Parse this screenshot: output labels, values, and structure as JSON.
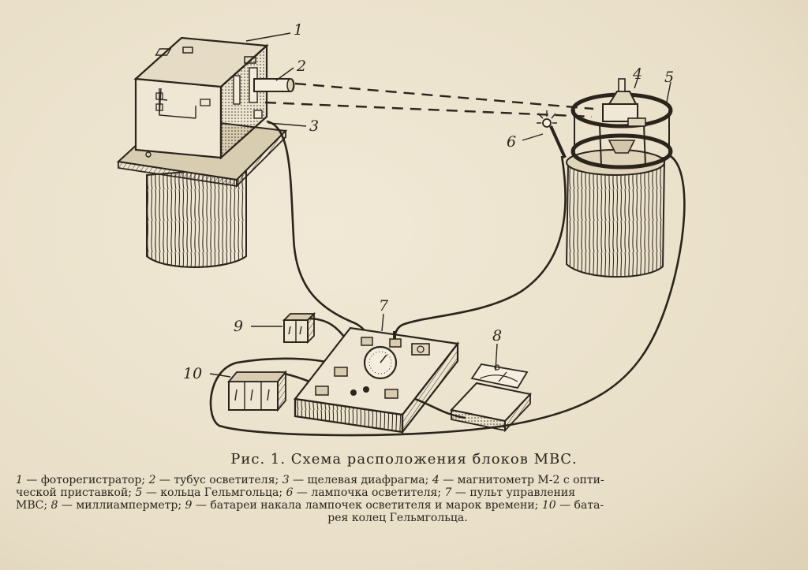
{
  "figure": {
    "callouts": [
      "1",
      "2",
      "3",
      "4",
      "5",
      "6",
      "7",
      "8",
      "9",
      "10"
    ]
  },
  "caption": {
    "title": "Рис. 1. Схема расположения блоков МВС.",
    "legend_lines": [
      [
        {
          "num": "1",
          "text": " — фоторегистратор; "
        },
        {
          "num": "2",
          "text": " — тубус осветителя; "
        },
        {
          "num": "3",
          "text": " — щелевая диафрагма; "
        },
        {
          "num": "4",
          "text": " — магнитометр М-2 с опти-"
        }
      ],
      [
        {
          "num": "",
          "text": "ческой приставкой; "
        },
        {
          "num": "5",
          "text": " — кольца Гельмгольца; "
        },
        {
          "num": "6",
          "text": " — лампочка осветителя; "
        },
        {
          "num": "7",
          "text": " — пульт управления"
        }
      ],
      [
        {
          "num": "",
          "text": "МВС; "
        },
        {
          "num": "8",
          "text": " — миллиамперметр; "
        },
        {
          "num": "9",
          "text": " — батареи накала лампочек осветителя и марок времени; "
        },
        {
          "num": "10",
          "text": " — бата-"
        }
      ],
      [
        {
          "num": "",
          "text": "рея колец Гельмгольца."
        }
      ]
    ]
  }
}
